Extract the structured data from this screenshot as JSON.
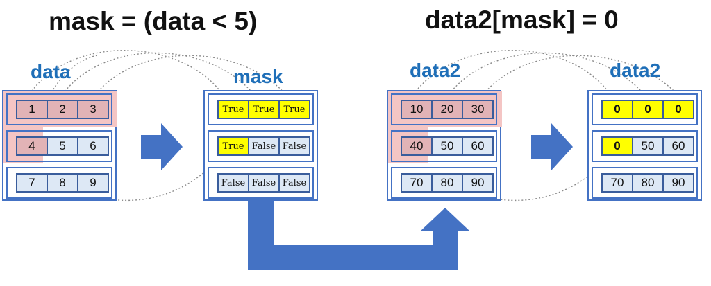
{
  "titles": {
    "left": "mask = (data < 5)",
    "right": "data2[mask] = 0"
  },
  "labels": {
    "data": "data",
    "mask": "mask",
    "data2_in": "data2",
    "data2_out": "data2"
  },
  "arrays": {
    "data": [
      [
        "1",
        "2",
        "3"
      ],
      [
        "4",
        "5",
        "6"
      ],
      [
        "7",
        "8",
        "9"
      ]
    ],
    "mask": [
      [
        "True",
        "True",
        "True"
      ],
      [
        "True",
        "False",
        "False"
      ],
      [
        "False",
        "False",
        "False"
      ]
    ],
    "data2_in": [
      [
        "10",
        "20",
        "30"
      ],
      [
        "40",
        "50",
        "60"
      ],
      [
        "70",
        "80",
        "90"
      ]
    ],
    "data2_out": [
      [
        "0",
        "0",
        "0"
      ],
      [
        "0",
        "50",
        "60"
      ],
      [
        "70",
        "80",
        "90"
      ]
    ]
  },
  "colors": {
    "border": "#4472c4",
    "cell": "#dde8f5",
    "selected_cell": "#e2b3b6",
    "selected_region": "#f4c5c4",
    "true_cell": "#ffff00",
    "arrow": "#4472c4",
    "label": "#1f6fb8"
  }
}
